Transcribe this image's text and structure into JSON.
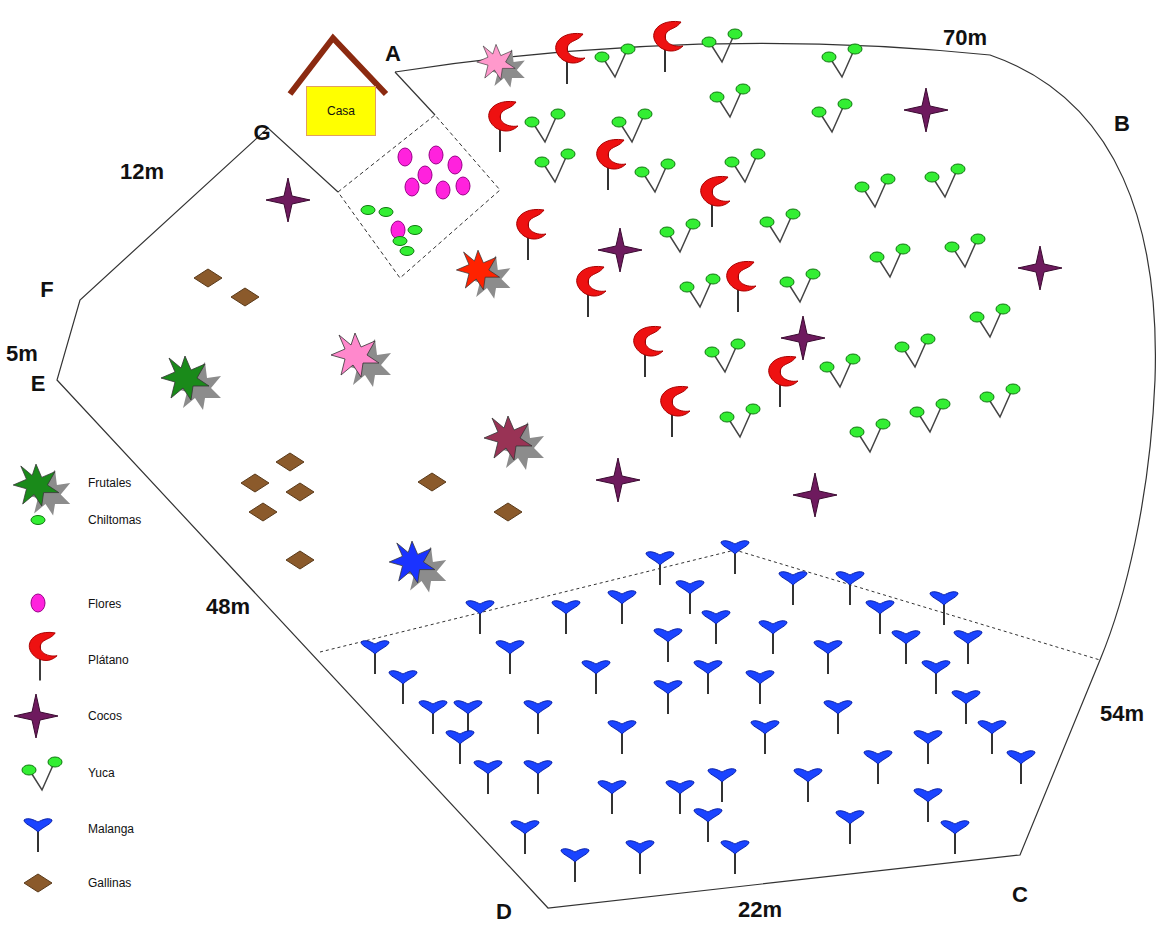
{
  "diagram": {
    "nodes": [
      {
        "text": [
          "Casa"
        ]
      }
    ],
    "labels": [
      "A",
      "G",
      "12m",
      "F",
      "5m",
      "E",
      "48m",
      "D",
      "22m",
      "C",
      "54m",
      "B",
      "70m"
    ],
    "legend": [
      {
        "text": "Frutales"
      },
      {
        "text": "Chiltomas"
      },
      {
        "text": "Flores"
      },
      {
        "text": "Plátano"
      },
      {
        "text": "Cocos"
      },
      {
        "text": "Yuca"
      },
      {
        "text": "Malanga"
      },
      {
        "text": "Gallinas"
      }
    ]
  }
}
